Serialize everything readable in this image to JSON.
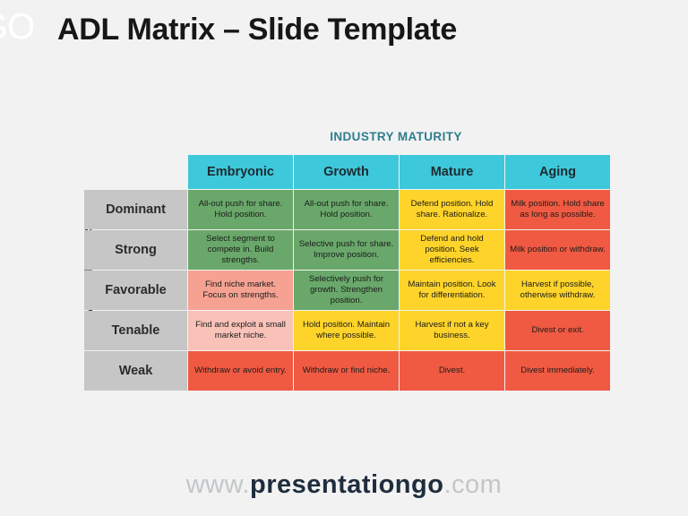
{
  "slide": {
    "title": "ADL Matrix – Slide Template",
    "logo_watermark": "GO",
    "background_color": "#f2f2f2"
  },
  "axes": {
    "top_label": "INDUSTRY MATURITY",
    "left_label": "COMPETITIVE POSITION",
    "top_label_color": "#2f7d8f"
  },
  "matrix": {
    "columns": [
      "Embryonic",
      "Growth",
      "Mature",
      "Aging"
    ],
    "rows": [
      "Dominant",
      "Strong",
      "Favorable",
      "Tenable",
      "Weak"
    ],
    "cells": [
      [
        "All-out push for share. Hold position.",
        "All-out push for share. Hold position.",
        "Defend position. Hold share. Rationalize.",
        "Milk position. Hold share as long as possible."
      ],
      [
        "Select segment to compete in. Build strengths.",
        "Selective push for share. Improve position.",
        "Defend and hold position. Seek efficiencies.",
        "Milk position or withdraw."
      ],
      [
        "Find niche market. Focus on strengths.",
        "Selectively push for growth. Strengthen position.",
        "Maintain position. Look for differentiation.",
        "Harvest if possible, otherwise withdraw."
      ],
      [
        "Find and exploit a small market niche.",
        "Hold position. Maintain where possible.",
        "Harvest if not a key business.",
        "Divest or exit."
      ],
      [
        "Withdraw or avoid entry.",
        "Withdraw or find niche.",
        "Divest.",
        "Divest immediately."
      ]
    ],
    "cell_fills": [
      [
        "f-green",
        "f-green",
        "f-yellow",
        "f-red"
      ],
      [
        "f-green",
        "f-green",
        "f-yellow",
        "f-red"
      ],
      [
        "f-pink",
        "f-green",
        "f-yellow",
        "f-yellow"
      ],
      [
        "f-lpink",
        "f-yellow",
        "f-yellow",
        "f-red"
      ],
      [
        "f-red",
        "f-red",
        "f-red",
        "f-red"
      ]
    ],
    "colors": {
      "header": "#3ec8db",
      "row_label": "#c6c6c6",
      "green": "#69a86a",
      "yellow": "#fed42a",
      "red": "#f05a42",
      "pink": "#f5a292",
      "light_pink": "#f9c2b8"
    }
  },
  "footer": {
    "prefix": "www.",
    "brand": "presentationgo",
    "suffix": ".com"
  }
}
